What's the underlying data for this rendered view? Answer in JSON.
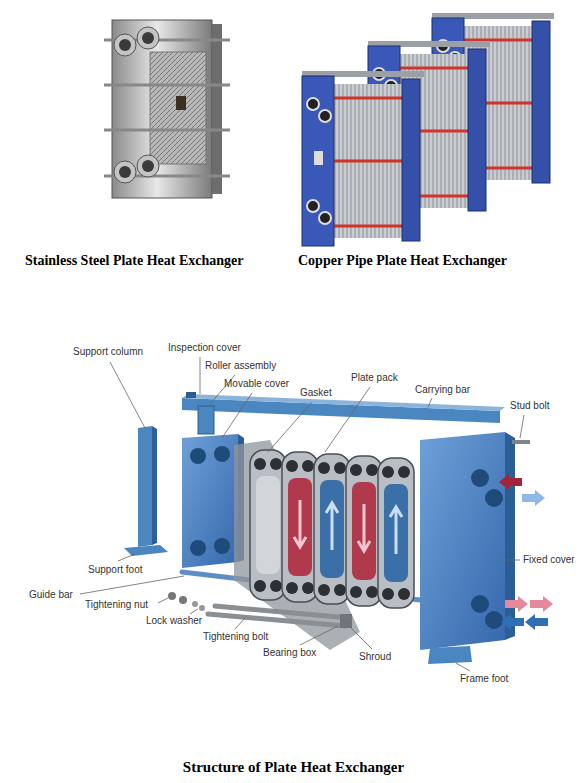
{
  "diagram": {
    "caption": "Structure of Plate Heat Exchanger",
    "labels": [
      "Stainless Steel Plate Heat Exchanger",
      "Copper Pipe Plate Heat Exchanger",
      "Support column",
      "Inspection cover",
      "Roller assembly",
      "Movable cover",
      "Gasket",
      "Plate pack",
      "Carrying bar",
      "Stud bolt",
      "Fixed cover",
      "Support foot",
      "Guide bar",
      "Tightening nut",
      "Lock washer",
      "Tightening bolt",
      "Bearing box",
      "Shroud",
      "Frame foot"
    ]
  }
}
